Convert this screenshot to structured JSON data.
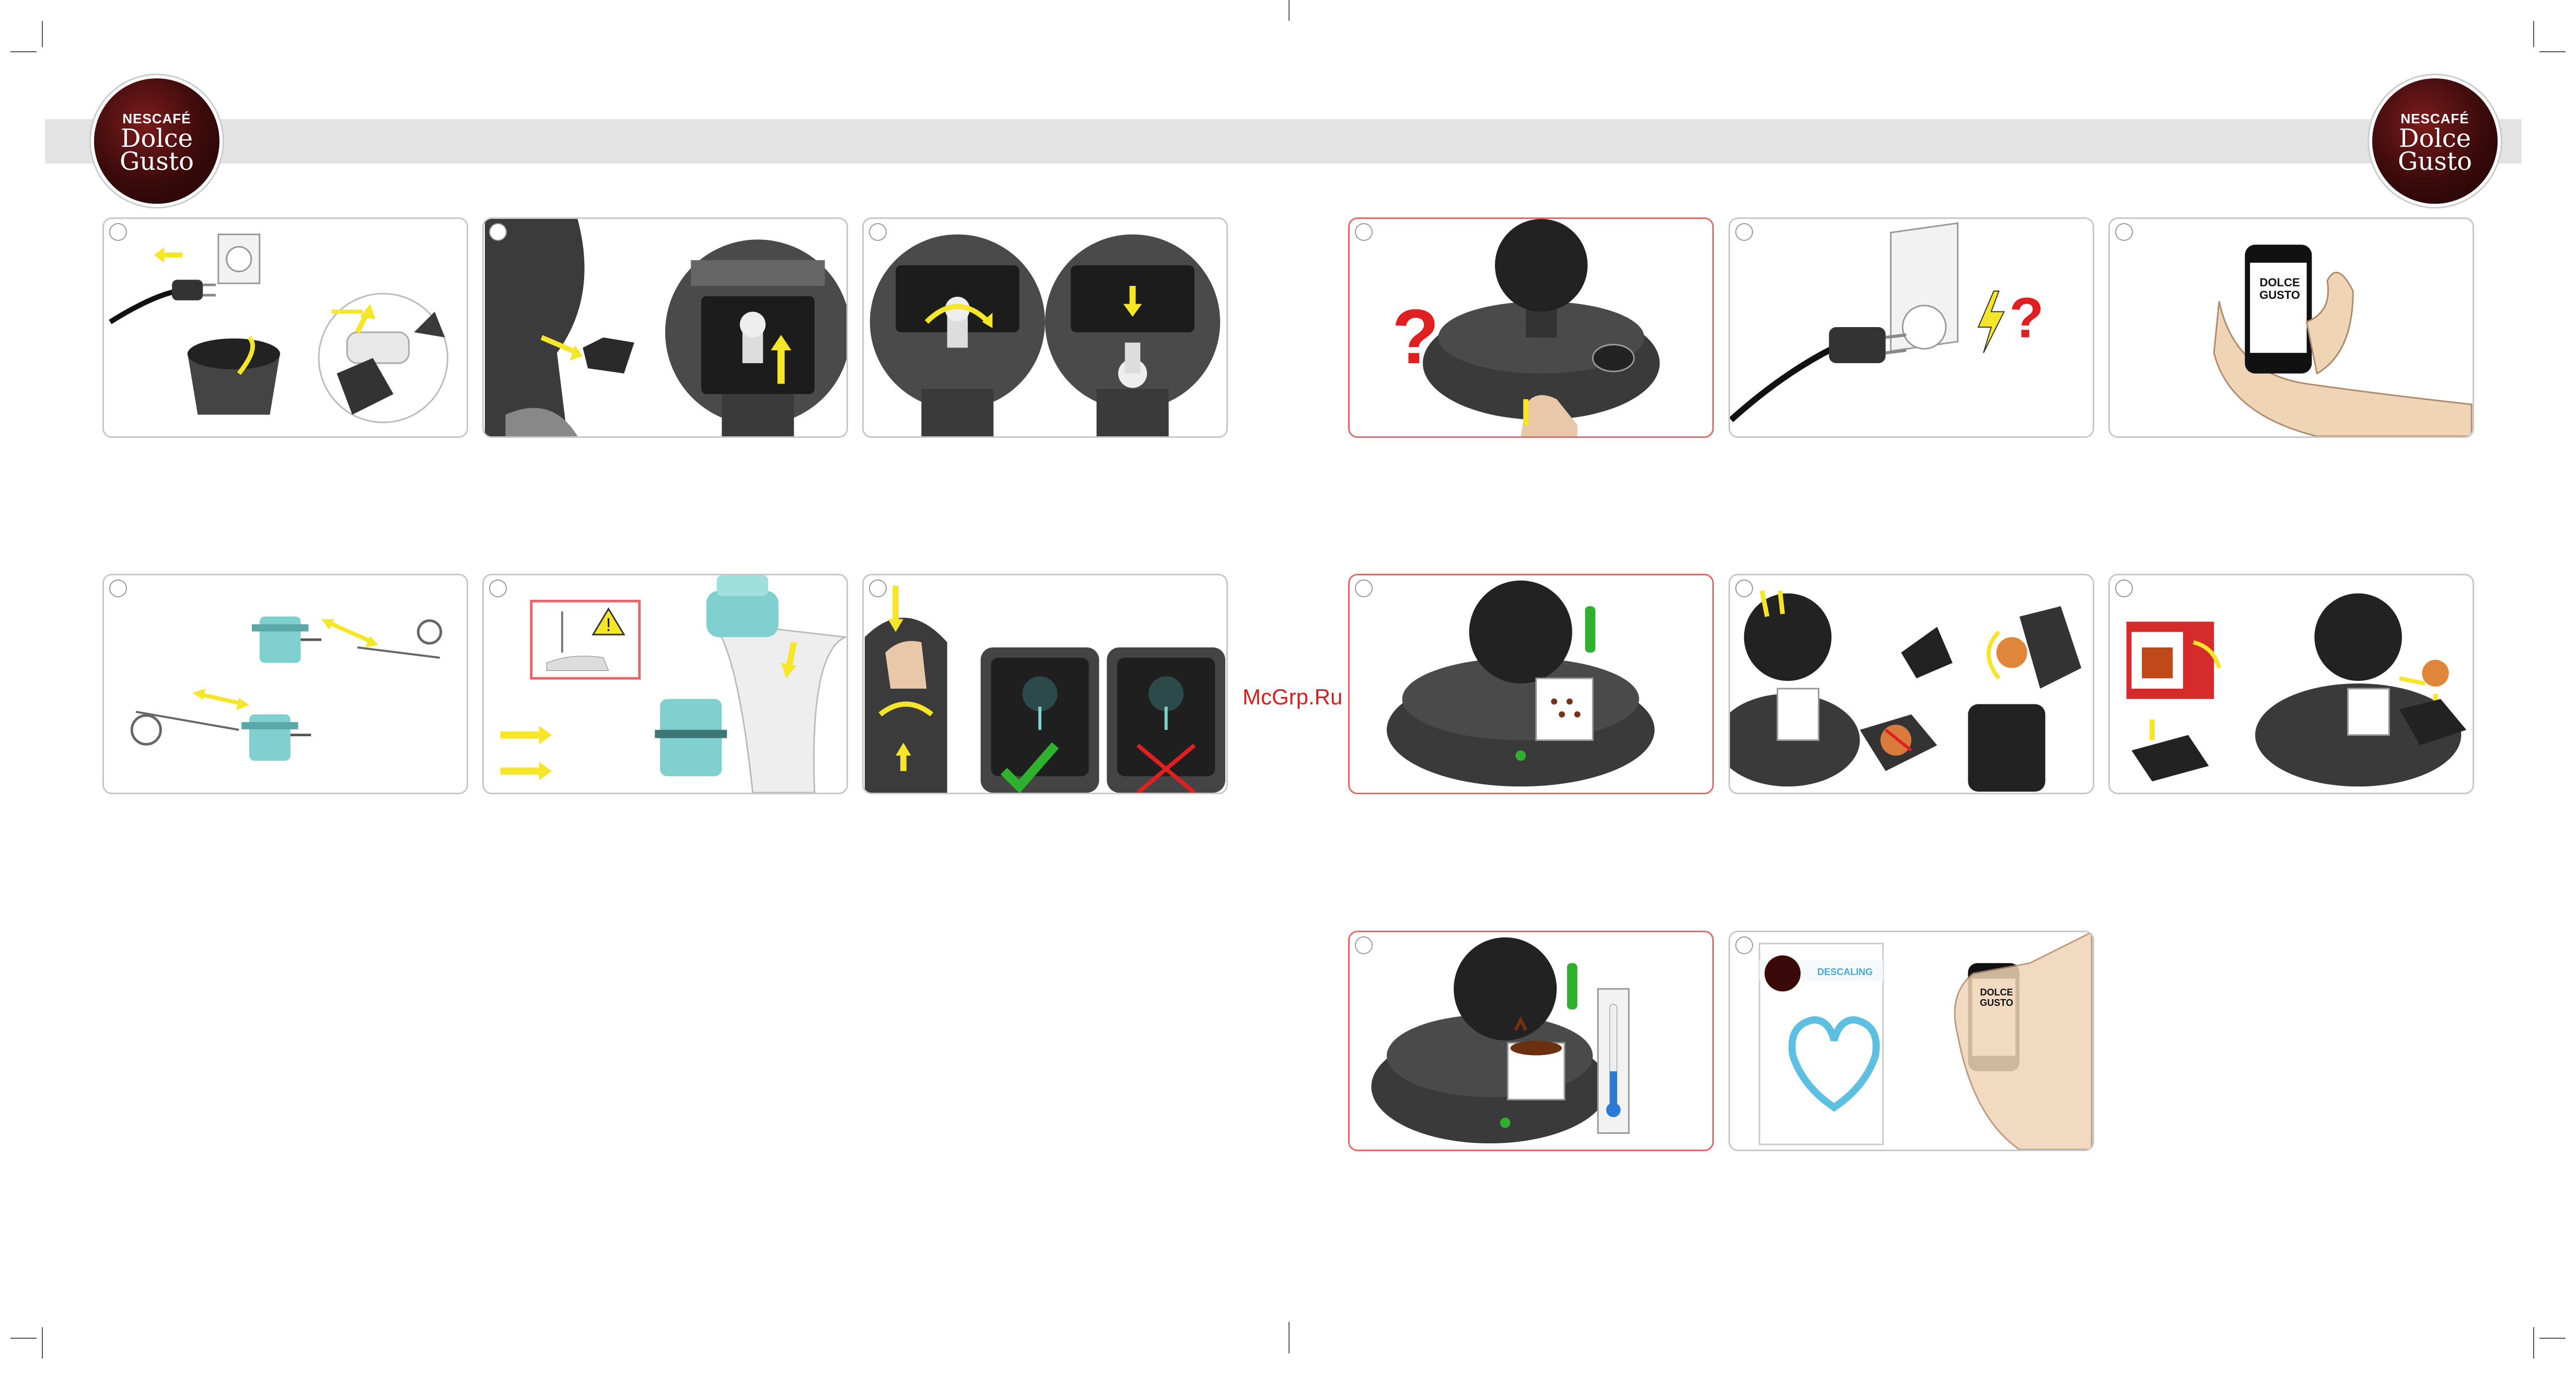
{
  "brand": {
    "line1": "NESCAFÉ",
    "line2": "Dolce",
    "line3": "Gusto"
  },
  "watermark": "McGrp.Ru",
  "labels": {
    "app_card": "DOLCE GUSTO",
    "descaling_title": "DESCALING",
    "app_phone": "DOLCE GUSTO"
  },
  "colors": {
    "arrow": "#f5e629",
    "machine": "#3a3a3a",
    "accent_teal": "#7fd0cf",
    "error_red": "#e02020",
    "check_green": "#2fb12f"
  }
}
